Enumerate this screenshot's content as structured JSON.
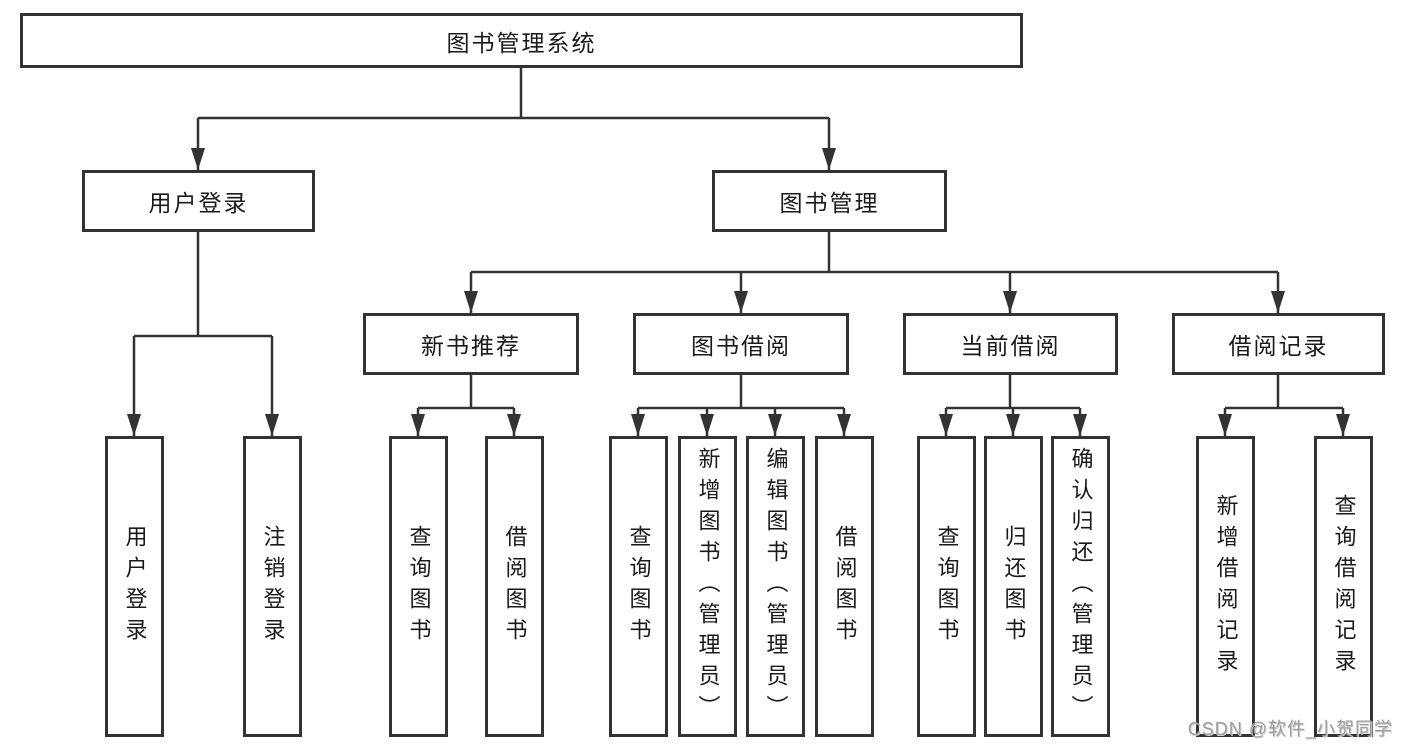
{
  "diagram": {
    "type": "tree",
    "title": "图书管理系统",
    "nodes": {
      "root": "图书管理系统",
      "l2": [
        "用户登录",
        "图书管理"
      ],
      "l3": [
        "新书推荐",
        "图书借阅",
        "当前借阅",
        "借阅记录"
      ],
      "l4": [
        "用户登录",
        "注销登录",
        "查询图书",
        "借阅图书",
        "查询图书",
        "新增图书（管理员）",
        "编辑图书（管理员）",
        "借阅图书",
        "查询图书",
        "归还图书",
        "确认归还（管理员）",
        "新增借阅记录",
        "查询借阅记录"
      ]
    },
    "structure": {
      "图书管理系统": [
        "用户登录",
        "图书管理"
      ],
      "用户登录": [
        "用户登录",
        "注销登录"
      ],
      "图书管理": [
        "新书推荐",
        "图书借阅",
        "当前借阅",
        "借阅记录"
      ],
      "新书推荐": [
        "查询图书",
        "借阅图书"
      ],
      "图书借阅": [
        "查询图书",
        "新增图书（管理员）",
        "编辑图书（管理员）",
        "借阅图书"
      ],
      "当前借阅": [
        "查询图书",
        "归还图书",
        "确认归还（管理员）"
      ],
      "借阅记录": [
        "新增借阅记录",
        "查询借阅记录"
      ]
    },
    "colors": {
      "line": "#333333",
      "box_border": "#333333",
      "box_fill": "#ffffff",
      "text": "#1a1a1a",
      "watermark": "#9e9e9e",
      "background": "#ffffff"
    }
  },
  "watermark": {
    "text": "CSDN @软件_小贺同学"
  }
}
